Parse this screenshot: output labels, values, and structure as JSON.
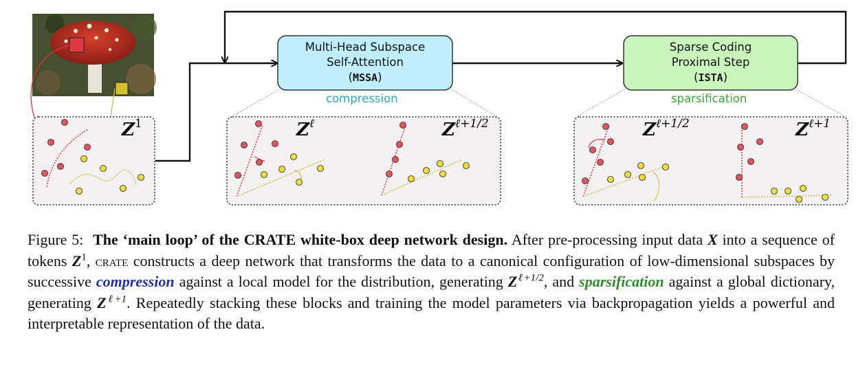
{
  "diagram": {
    "blocks": {
      "mssa": {
        "line1": "Multi-Head Subspace",
        "line2": "Self-Attention",
        "abbr_open": "(",
        "abbr": "MSSA",
        "abbr_close": ")",
        "fill": "#bfeefc",
        "border": "#333333"
      },
      "ista": {
        "line1": "Sparse Coding",
        "line2": "Proximal Step",
        "abbr_open": "(",
        "abbr": "ISTA",
        "abbr_close": ")",
        "fill": "#c9f5bd",
        "border": "#333333"
      }
    },
    "sublabels": {
      "compression": {
        "text": "compression",
        "color": "#2aa7c9"
      },
      "sparsification": {
        "text": "sparsification",
        "color": "#3aa83a"
      }
    },
    "panels": {
      "input": {
        "z": "Z",
        "sup": "1"
      },
      "mssa_left": {
        "z": "Z",
        "sup": "ℓ"
      },
      "mssa_right": {
        "z": "Z",
        "sup": "ℓ+1/2"
      },
      "ista_left": {
        "z": "Z",
        "sup": "ℓ+1/2"
      },
      "ista_right": {
        "z": "Z",
        "sup": "ℓ+1"
      }
    },
    "colors": {
      "red_token": "#e05560",
      "yellow_token": "#f0dc3c",
      "panel_fill": "#f2f0f0",
      "arrow": "#111111"
    }
  },
  "caption": {
    "figure_label": "Figure 5:",
    "title": "The ‘main loop’ of the CRATE white-box deep network design.",
    "t1": "After pre-processing input data",
    "var_x": "X",
    "t2": "into a sequence of tokens",
    "z1": "Z",
    "z1_sup": "1",
    "t3": ",",
    "crate": "crate",
    "t4": "constructs a deep network that transforms the data to a canonical configuration of low-dimensional subspaces by successive",
    "compression": "compression",
    "t5": "against a local model for the distribution, generating",
    "z2": "Z",
    "z2_sup": "ℓ+1/2",
    "t6": ", and",
    "sparsification": "sparsification",
    "t7": "against a global dictionary, generating",
    "z3": "Z",
    "z3_sup": "ℓ+1",
    "t8": ". Repeatedly stacking these blocks and training the model parameters via backpropagation yields a powerful and interpretable representation of the data."
  }
}
